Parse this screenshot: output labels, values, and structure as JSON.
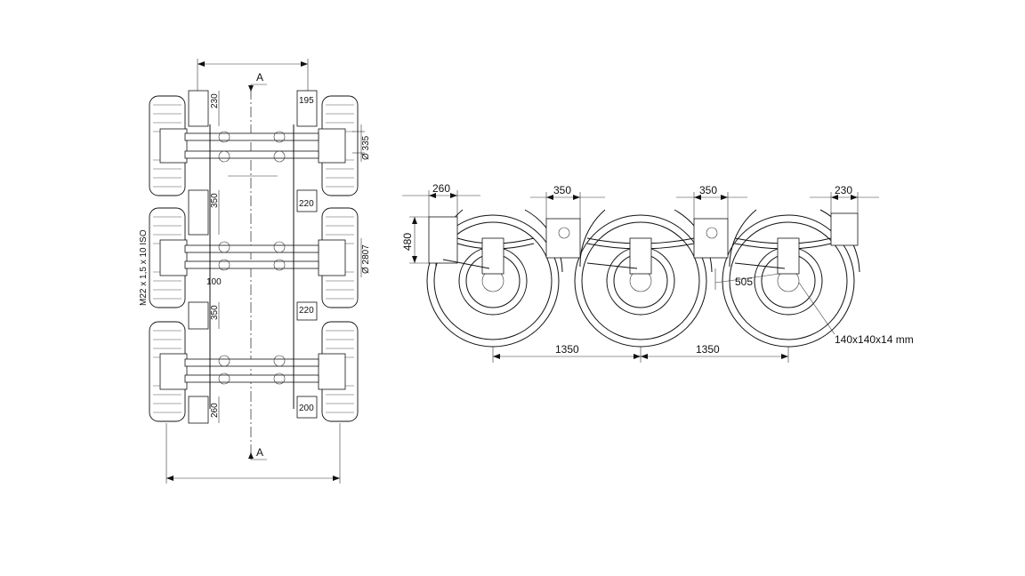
{
  "top_view": {
    "section_marker": "A",
    "bottom_section_marker": "A",
    "thread_spec": "M22 x 1,5 x 10 ISO",
    "dims": {
      "d230": "230",
      "d195": "195",
      "d335": "Ø 335",
      "d350a": "350",
      "d220a": "220",
      "d2807": "Ø 2807",
      "d100": "100",
      "d350b": "350",
      "d220b": "220",
      "d260": "260",
      "d200": "200"
    }
  },
  "side_view": {
    "dims": {
      "d260": "260",
      "d350a": "350",
      "d350b": "350",
      "d230": "230",
      "d480": "480",
      "d505": "505",
      "d1350a": "1350",
      "d1350b": "1350"
    },
    "profile_label": "140x140x14 mm"
  }
}
